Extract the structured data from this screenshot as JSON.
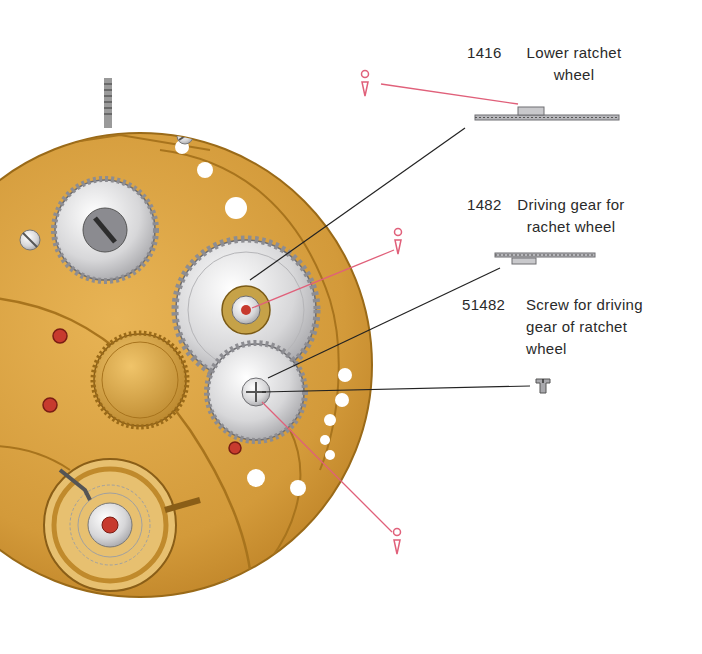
{
  "diagram": {
    "labels": [
      "1416",
      "Lower ratchet wheel",
      "1482",
      "Driving gear for rachet wheel",
      "51482",
      "Screw for driving gear of ratchet wheel"
    ]
  }
}
